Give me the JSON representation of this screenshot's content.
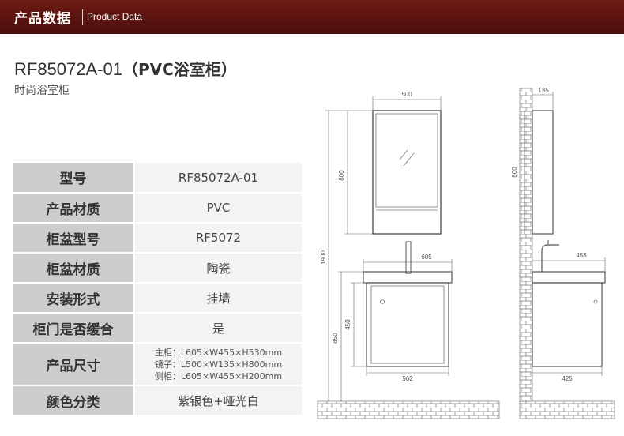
{
  "header": {
    "title_cn": "产品数据",
    "title_en": "Product Data"
  },
  "product": {
    "model": "RF85072A-01",
    "name_paren": "（PVC浴室柜）",
    "subtitle": "时尚浴室柜"
  },
  "specs": [
    {
      "label": "型号",
      "value": "RF85072A-01"
    },
    {
      "label": "产品材质",
      "value": "PVC"
    },
    {
      "label": "柜盆型号",
      "value": "RF5072"
    },
    {
      "label": "柜盆材质",
      "value": "陶瓷"
    },
    {
      "label": "安装形式",
      "value": "挂墙"
    },
    {
      "label": "柜门是否缓合",
      "value": "是"
    },
    {
      "label": "产品尺寸",
      "values": [
        "主柜：L605×W455×H530mm",
        "镜子：L500×W135×H800mm",
        "侧柜：L605×W455×H200mm"
      ]
    },
    {
      "label": "颜色分类",
      "value": "紫银色+哑光白"
    }
  ],
  "drawing_dims": {
    "mirror_width": "500",
    "mirror_height": "800",
    "cabinet_width": "605",
    "cabinet_inner_width": "562",
    "cabinet_height": "450",
    "floor_to_cabinet": "850",
    "floor_to_mirror_top": "1900",
    "side_mirror_depth": "135",
    "side_mirror_height": "800",
    "side_cabinet_depth": "455",
    "side_cabinet_inner_depth": "425"
  }
}
